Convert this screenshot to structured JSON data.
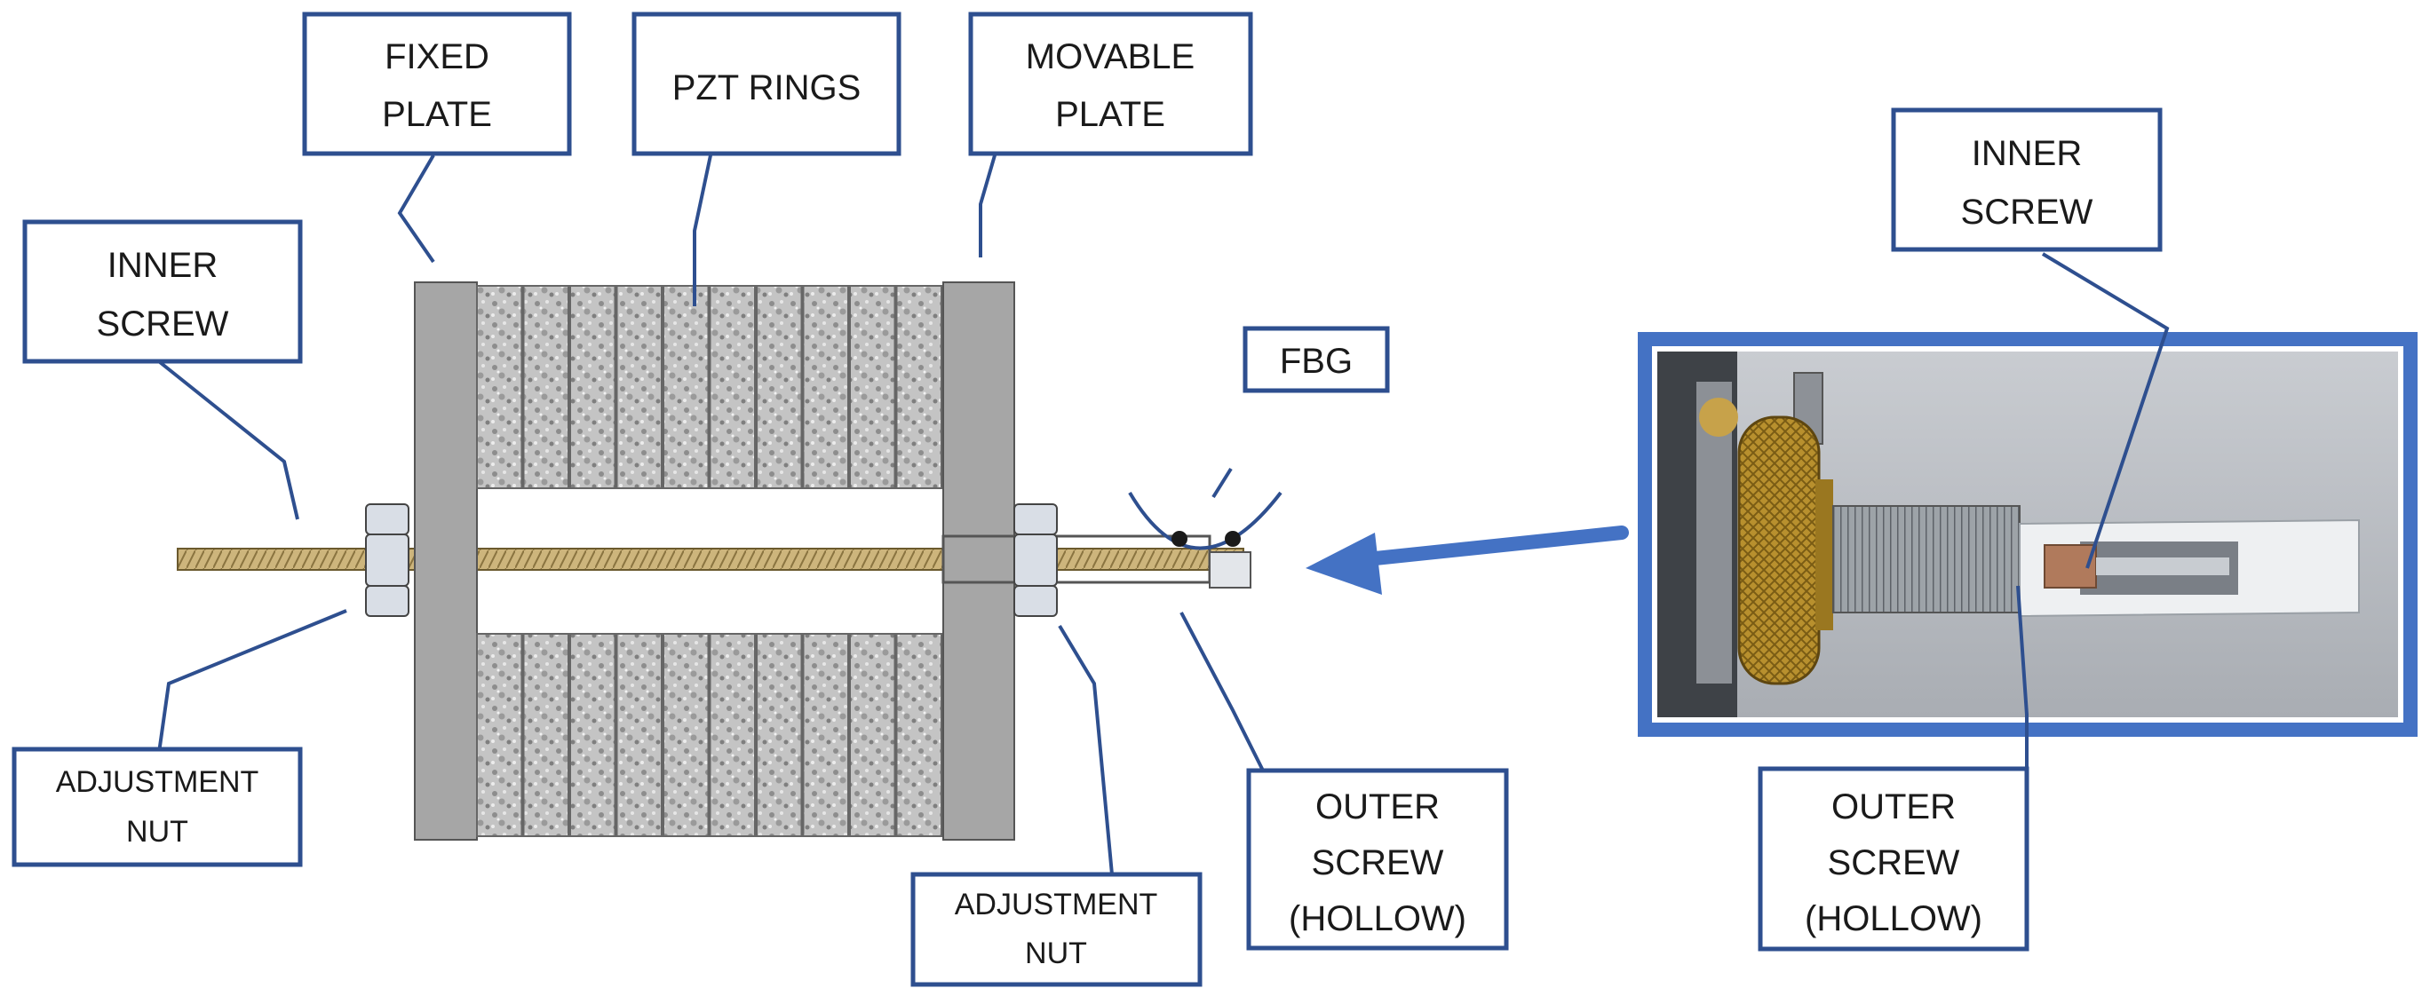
{
  "labels": {
    "fixed_plate": [
      "FIXED",
      "PLATE"
    ],
    "pzt_rings": [
      "PZT RINGS"
    ],
    "movable_plate": [
      "MOVABLE",
      "PLATE"
    ],
    "inner_screw_left": [
      "INNER",
      "SCREW"
    ],
    "adjustment_nut_left": [
      "ADJUSTMENT",
      "NUT"
    ],
    "fbg": [
      "FBG"
    ],
    "outer_screw_left": [
      "OUTER",
      "SCREW",
      "(HOLLOW)"
    ],
    "adjustment_nut_right": [
      "ADJUSTMENT",
      "NUT"
    ],
    "inner_screw_photo": [
      "INNER",
      "SCREW"
    ],
    "outer_screw_photo": [
      "OUTER",
      "SCREW",
      "(HOLLOW)"
    ]
  },
  "colors": {
    "label_border": "#2e4f8f",
    "leader_line": "#2e4f8f",
    "photo_frame": "#4472c4",
    "arrow": "#4472c4",
    "plate": "#a6a6a6",
    "ring": "#b8b8b8",
    "screw": "#c9b27a",
    "nut": "#d9dee6",
    "brass": "#b8902e"
  },
  "pzt_ring_count": 10
}
